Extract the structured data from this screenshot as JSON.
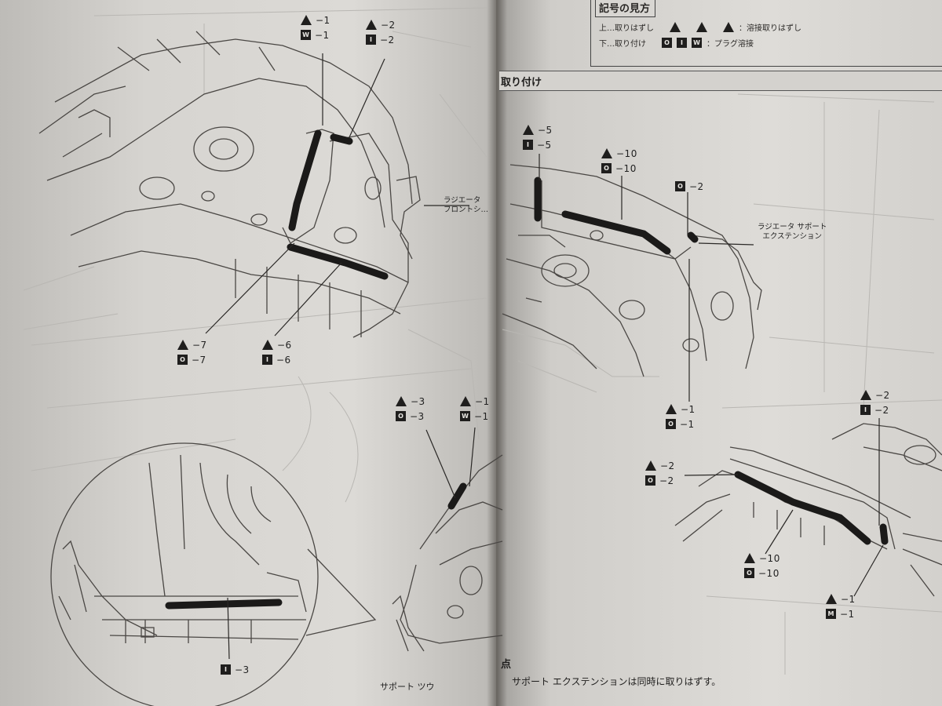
{
  "legend": {
    "title": "記号の見方",
    "row1_label": "上…取りはずし",
    "row1_desc": "：溶接取りはずし",
    "row2_label": "下…取り付け",
    "row2_desc": "：プラグ溶接"
  },
  "section": {
    "title": "取り付け"
  },
  "labels": {
    "radiator_support_front": "ラジエータ\nフロントシ…",
    "radiator_support_extension": "ラジエータ サポート\nエクステンション",
    "support_partial": "サポート ツウ"
  },
  "callouts_left": [
    {
      "id": "c-l1",
      "top": "−1",
      "bottom": "−1",
      "top_sym": "tri",
      "bottom_sym": "W"
    },
    {
      "id": "c-l2",
      "top": "−2",
      "bottom": "−2",
      "top_sym": "tri",
      "bottom_sym": "I"
    },
    {
      "id": "c-l7",
      "top": "−7",
      "bottom": "−7",
      "top_sym": "tri",
      "bottom_sym": "O"
    },
    {
      "id": "c-l6",
      "top": "−6",
      "bottom": "−6",
      "top_sym": "tri",
      "bottom_sym": "I"
    },
    {
      "id": "c-l3",
      "top": "−3",
      "bottom": "−3",
      "top_sym": "tri",
      "bottom_sym": "O"
    },
    {
      "id": "c-l1b",
      "top": "−1",
      "bottom": "−1",
      "top_sym": "tri",
      "bottom_sym": "W"
    },
    {
      "id": "c-l3b",
      "bottom": "−3",
      "bottom_sym": "I"
    }
  ],
  "callouts_right": [
    {
      "id": "c-r5",
      "top": "−5",
      "bottom": "−5",
      "top_sym": "tri",
      "bottom_sym": "I"
    },
    {
      "id": "c-r10",
      "top": "−10",
      "bottom": "−10",
      "top_sym": "tri",
      "bottom_sym": "O"
    },
    {
      "id": "c-r2a",
      "bottom": "−2",
      "bottom_sym": "O"
    },
    {
      "id": "c-r1",
      "top": "−1",
      "bottom": "−1",
      "top_sym": "tri",
      "bottom_sym": "O"
    },
    {
      "id": "c-r2b",
      "top": "−2",
      "bottom": "−2",
      "top_sym": "tri",
      "bottom_sym": "I"
    },
    {
      "id": "c-r2c",
      "top": "−2",
      "bottom": "−2",
      "top_sym": "tri",
      "bottom_sym": "O"
    },
    {
      "id": "c-r10b",
      "top": "−10",
      "bottom": "−10",
      "top_sym": "tri",
      "bottom_sym": "O"
    },
    {
      "id": "c-r1b",
      "top": "−1",
      "bottom": "−1",
      "top_sym": "tri",
      "bottom_sym": "M"
    }
  ],
  "notes": {
    "heading": "点",
    "text": "サポート エクステンションは同時に取りはずす。"
  }
}
